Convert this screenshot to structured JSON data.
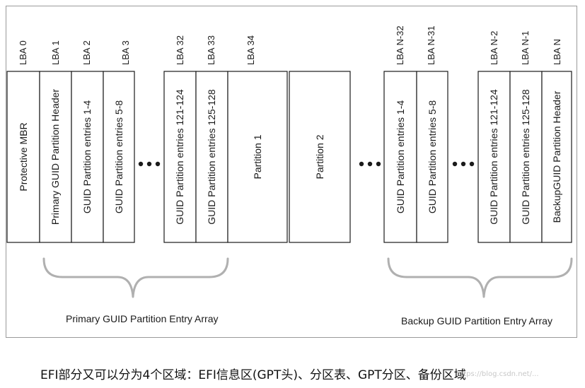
{
  "diagram": {
    "blocks": [
      {
        "id": "lba0",
        "lba": "LBA 0",
        "label": "Protective MBR"
      },
      {
        "id": "lba1",
        "lba": "LBA 1",
        "label": "Primary GUID Partition Header"
      },
      {
        "id": "lba2",
        "lba": "LBA 2",
        "label": "GUID Partition entries 1-4"
      },
      {
        "id": "lba3",
        "lba": "LBA 3",
        "label": "GUID Partition entries 5-8"
      },
      {
        "id": "lba32",
        "lba": "LBA 32",
        "label": "GUID Partition entries 121-124"
      },
      {
        "id": "lba33",
        "lba": "LBA 33",
        "label": "GUID Partition entries 125-128"
      },
      {
        "id": "lba34",
        "lba": "LBA 34",
        "label": "Partition 1"
      },
      {
        "id": "part2",
        "lba": "",
        "label": "Partition 2"
      },
      {
        "id": "lbaN32",
        "lba": "LBA N-32",
        "label": "GUID Partition entries 1-4"
      },
      {
        "id": "lbaN31",
        "lba": "LBA N-31",
        "label": "GUID Partition entries 5-8"
      },
      {
        "id": "lbaN2",
        "lba": "LBA N-2",
        "label": "GUID Partition entries 121-124"
      },
      {
        "id": "lbaN1",
        "lba": "LBA N-1",
        "label": "GUID Partition entries 125-128"
      },
      {
        "id": "lbaN",
        "lba": "LBA N",
        "label": "BackupGUID Partition Header"
      }
    ],
    "primary_array_label": "Primary GUID Partition Entry Array",
    "backup_array_label": "Backup GUID Partition Entry Array"
  },
  "caption": "EFI部分又可以分为4个区域：EFI信息区(GPT头)、分区表、GPT分区、备份区域",
  "watermark": "https://blog.csdn.net/..."
}
